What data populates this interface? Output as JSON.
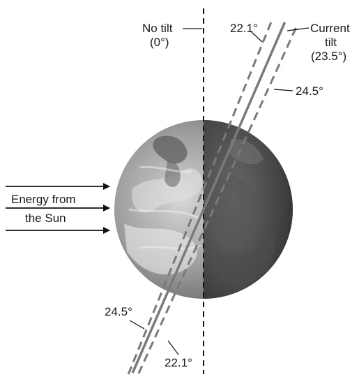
{
  "labels": {
    "no_tilt": "No tilt",
    "no_tilt_deg": "(0°)",
    "current_tilt_1": "Current",
    "current_tilt_2": "tilt",
    "current_tilt_deg": "(23.5°)",
    "min_tilt_top": "22.1°",
    "max_tilt_top": "24.5°",
    "max_tilt_bottom": "24.5°",
    "min_tilt_bottom": "22.1°",
    "energy_line1": "Energy from",
    "energy_line2": "the Sun"
  },
  "tilt_angles_deg": {
    "no_tilt": 0,
    "min": 22.1,
    "current": 23.5,
    "max": 24.5
  },
  "colors": {
    "axis": "#111111",
    "tilt_lines": "#7a7a7a",
    "earth_day": "#b5b5b5",
    "earth_night": "#3e3e3e"
  }
}
